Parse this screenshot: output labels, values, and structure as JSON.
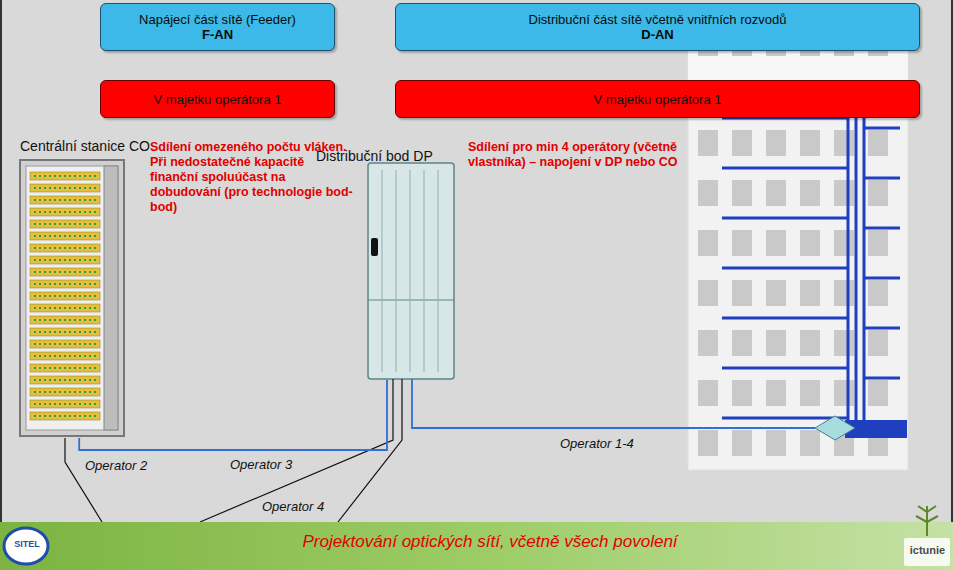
{
  "diagram": {
    "caption": "Projektování optických sítí, včetně všech povolení",
    "nodes": [
      {
        "text": [
          "Napájecí část sítě (Feeder)",
          "F-AN"
        ]
      },
      {
        "text": [
          "Distribuční část sítě včetně vnitřních rozvodů",
          "D-AN"
        ]
      },
      {
        "text": [
          "V majetku operátora 1"
        ]
      },
      {
        "text": [
          "V majetku operátora 1"
        ]
      },
      {
        "text": [
          "Centrální stanice CO"
        ]
      },
      {
        "text": [
          "Distribuční bod DP"
        ]
      }
    ],
    "edges": [
      {
        "from": 4,
        "to": 5,
        "arrow": "none",
        "label": "Operator 2"
      }
    ],
    "labels": [
      "Sdílení omezeného počtu vláken. Při nedostatečné kapacitě finanční spoluúčast na dobudování (pro technologie bod-bod)",
      "Sdílení pro min 4 operátory (včetně vlastníka) – napojení v DP nebo CO",
      "Operator 3",
      "Operator 4",
      "Operator 1-4",
      "SITEL",
      "ictunie"
    ]
  }
}
